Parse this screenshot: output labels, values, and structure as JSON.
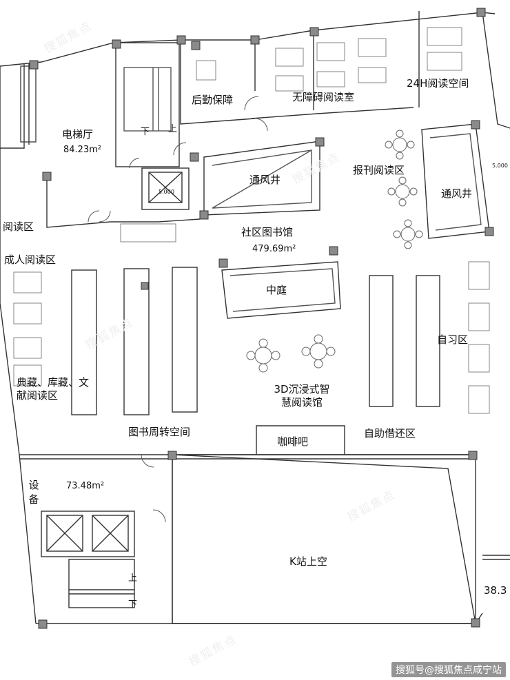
{
  "rooms": [
    {
      "id": "elevator-hall",
      "name": "电梯厅",
      "area": "84.23m²"
    },
    {
      "id": "logistics",
      "name": "后勤保障"
    },
    {
      "id": "accessible-reading",
      "name": "无障碍阅读室"
    },
    {
      "id": "reading-24h",
      "name": "24H阅读空间"
    },
    {
      "id": "periodical-reading",
      "name": "报刊阅读区"
    },
    {
      "id": "vent-shaft-1",
      "name": "通风井"
    },
    {
      "id": "vent-shaft-2",
      "name": "通风井"
    },
    {
      "id": "community-library",
      "name": "社区图书馆",
      "area": "479.69m²"
    },
    {
      "id": "reading-area-left",
      "name": "阅读区"
    },
    {
      "id": "adult-reading",
      "name": "成人阅读区"
    },
    {
      "id": "courtyard",
      "name": "中庭"
    },
    {
      "id": "study-area",
      "name": "自习区"
    },
    {
      "id": "classics-reading",
      "name": "典藏、库藏、文献阅读区"
    },
    {
      "id": "immersive-3d",
      "name": "3D沉浸式智慧阅读馆"
    },
    {
      "id": "book-circulation",
      "name": "图书周转空间"
    },
    {
      "id": "cafe",
      "name": "咖啡吧"
    },
    {
      "id": "self-service",
      "name": "自助借还区"
    },
    {
      "id": "equipment",
      "name": "设备"
    },
    {
      "id": "lower-lobby",
      "area": "73.48m²"
    },
    {
      "id": "k-station-void",
      "name": "K站上空"
    }
  ],
  "stairs": [
    {
      "id": "stair-top",
      "up": "上",
      "down": "下"
    },
    {
      "id": "stair-bottom",
      "up": "上",
      "down": "下"
    }
  ],
  "elevation_tags": [
    "5.000",
    "5.000"
  ],
  "edge_texts": {
    "right_partial_area": "38.3"
  },
  "watermark": "搜狐号@搜狐焦点咸宁站"
}
